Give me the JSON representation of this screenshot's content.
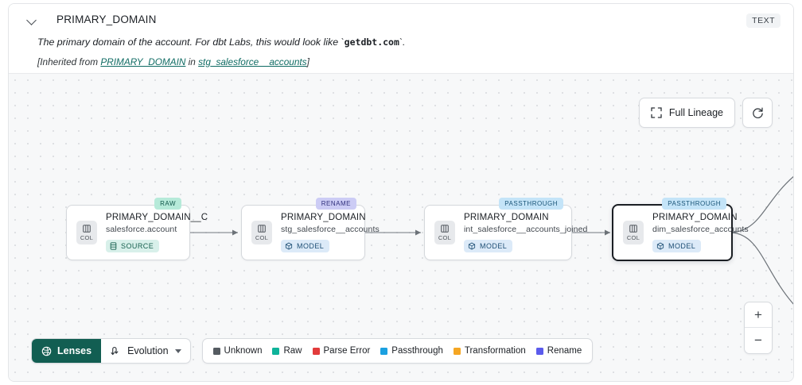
{
  "header": {
    "title": "PRIMARY_DOMAIN",
    "type_badge": "TEXT",
    "chevron_icon": "chevron-down-icon",
    "description_pre": "The primary domain of the account. For dbt Labs, this would look like `",
    "description_code": "getdbt.com",
    "description_post": "`.",
    "inherited_prefix": "[Inherited from ",
    "inherited_column": "PRIMARY_DOMAIN",
    "inherited_middle": " in ",
    "inherited_table": "stg_salesforce__accounts",
    "inherited_suffix": "]"
  },
  "controls": {
    "full_lineage_label": "Full Lineage",
    "full_lineage_icon": "expand-icon",
    "refresh_icon": "refresh-icon",
    "zoom_in_label": "+",
    "zoom_out_label": "−"
  },
  "graph": {
    "nodes": [
      {
        "tag": "RAW",
        "tag_style": "raw",
        "col_icon": "column-icon",
        "col_label": "COL",
        "column": "PRIMARY_DOMAIN__C",
        "table": "salesforce.account",
        "kind": "SOURCE",
        "kind_style": "source",
        "kind_icon": "database-icon",
        "selected": false
      },
      {
        "tag": "RENAME",
        "tag_style": "rename",
        "col_icon": "column-icon",
        "col_label": "COL",
        "column": "PRIMARY_DOMAIN",
        "table": "stg_salesforce__accounts",
        "kind": "MODEL",
        "kind_style": "model",
        "kind_icon": "cube-icon",
        "selected": false
      },
      {
        "tag": "PASSTHROUGH",
        "tag_style": "pass",
        "col_icon": "column-icon",
        "col_label": "COL",
        "column": "PRIMARY_DOMAIN",
        "table": "int_salesforce__accounts_joined",
        "kind": "MODEL",
        "kind_style": "model",
        "kind_icon": "cube-icon",
        "selected": false
      },
      {
        "tag": "PASSTHROUGH",
        "tag_style": "pass",
        "col_icon": "column-icon",
        "col_label": "COL",
        "column": "PRIMARY_DOMAIN",
        "table": "dim_salesforce_accounts",
        "kind": "MODEL",
        "kind_style": "model",
        "kind_icon": "cube-icon",
        "selected": true
      }
    ]
  },
  "toolbar": {
    "lenses_label": "Lenses",
    "lenses_icon": "lens-icon",
    "evolution_label": "Evolution",
    "evolution_icon": "evolution-icon",
    "evolution_caret_icon": "chevron-down-icon"
  },
  "legend": {
    "items": [
      {
        "label": "Unknown",
        "color": "#555b61"
      },
      {
        "label": "Raw",
        "color": "#0fb39a"
      },
      {
        "label": "Parse Error",
        "color": "#e23b3b"
      },
      {
        "label": "Passthrough",
        "color": "#1ba0e0"
      },
      {
        "label": "Transformation",
        "color": "#f5a623"
      },
      {
        "label": "Rename",
        "color": "#5b5bec"
      }
    ]
  }
}
